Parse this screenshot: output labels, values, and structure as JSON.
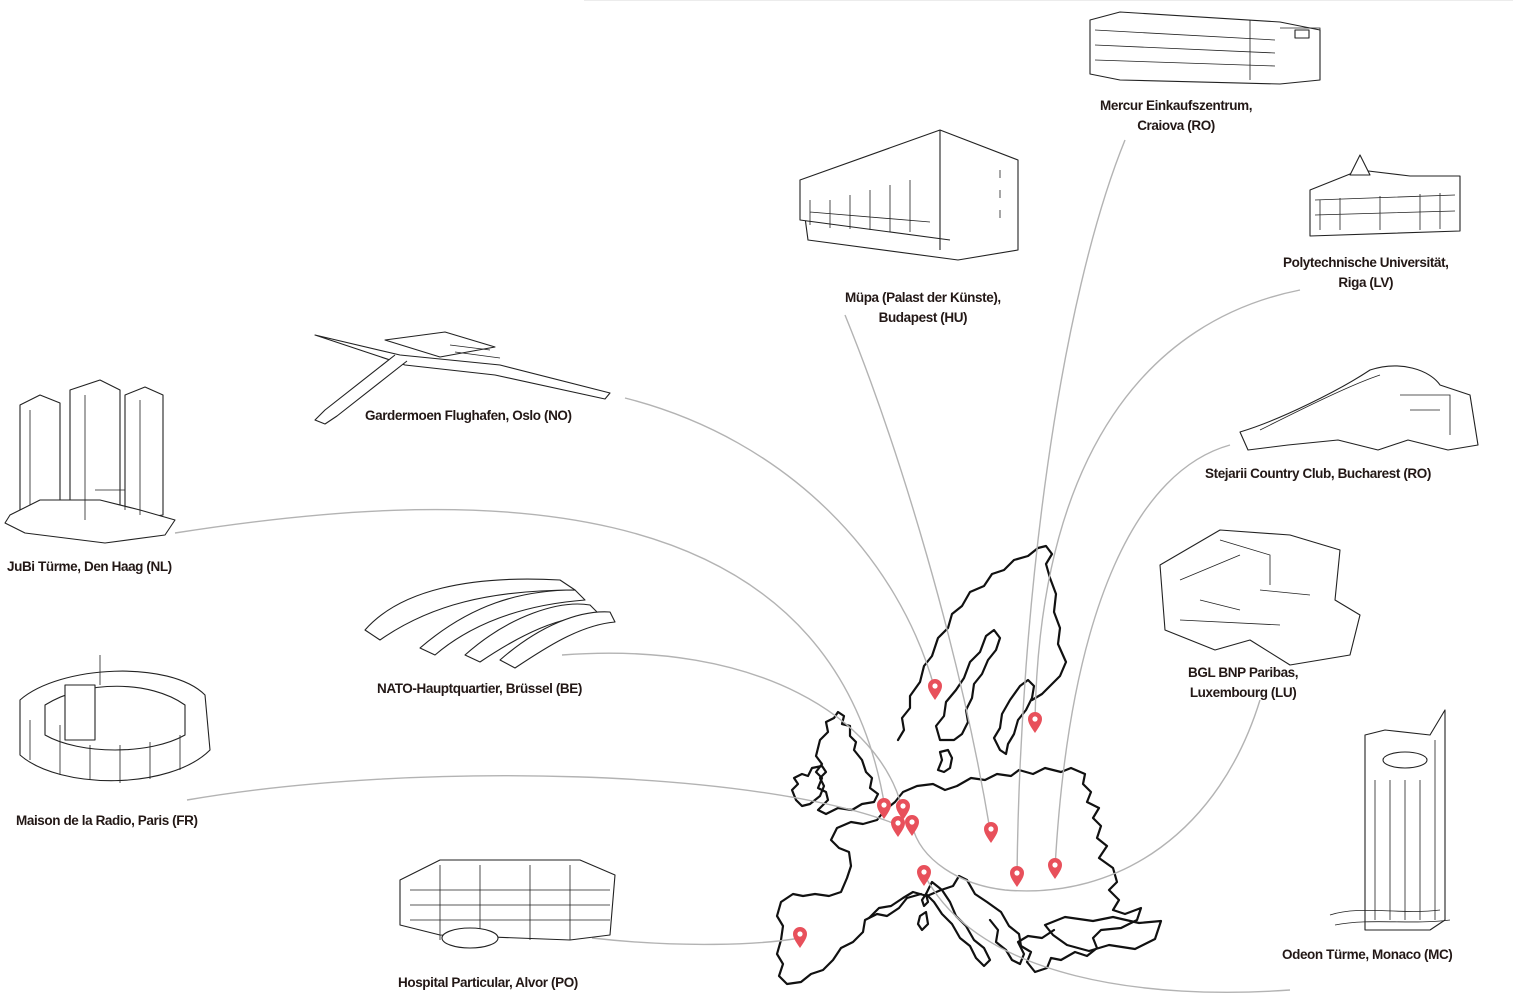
{
  "map": {
    "pin_color": "#e8505b",
    "connector_color": "#b3b3b3",
    "locations": [
      {
        "id": "mercur",
        "lines": [
          "Mercur Einkaufszentrum,",
          "Craiova (RO)"
        ],
        "building_icon": "mercur-building-icon"
      },
      {
        "id": "polytechnic",
        "lines": [
          "Polytechnische Universität,",
          "Riga (LV)"
        ],
        "building_icon": "university-building-icon"
      },
      {
        "id": "muepa",
        "lines": [
          "Müpa (Palast der Künste),",
          "Budapest (HU)"
        ],
        "building_icon": "muepa-building-icon"
      },
      {
        "id": "stejarii",
        "lines": [
          "Stejarii Country Club, Bucharest (RO)"
        ],
        "building_icon": "country-club-building-icon"
      },
      {
        "id": "gardermoen",
        "lines": [
          "Gardermoen Flughafen, Oslo (NO)"
        ],
        "building_icon": "airport-building-icon"
      },
      {
        "id": "jubi",
        "lines": [
          "JuBi Türme, Den Haag (NL)"
        ],
        "building_icon": "towers-building-icon"
      },
      {
        "id": "bgl",
        "lines": [
          "BGL BNP Paribas,",
          "Luxembourg (LU)"
        ],
        "building_icon": "bank-building-icon"
      },
      {
        "id": "nato",
        "lines": [
          "NATO-Hauptquartier, Brüssel (BE)"
        ],
        "building_icon": "nato-building-icon"
      },
      {
        "id": "maison",
        "lines": [
          "Maison de la Radio, Paris (FR)"
        ],
        "building_icon": "radio-house-building-icon"
      },
      {
        "id": "hospital",
        "lines": [
          "Hospital Particular, Alvor (PO)"
        ],
        "building_icon": "hospital-building-icon"
      },
      {
        "id": "odeon",
        "lines": [
          "Odeon Türme, Monaco (MC)"
        ],
        "building_icon": "skyscraper-building-icon"
      }
    ]
  }
}
